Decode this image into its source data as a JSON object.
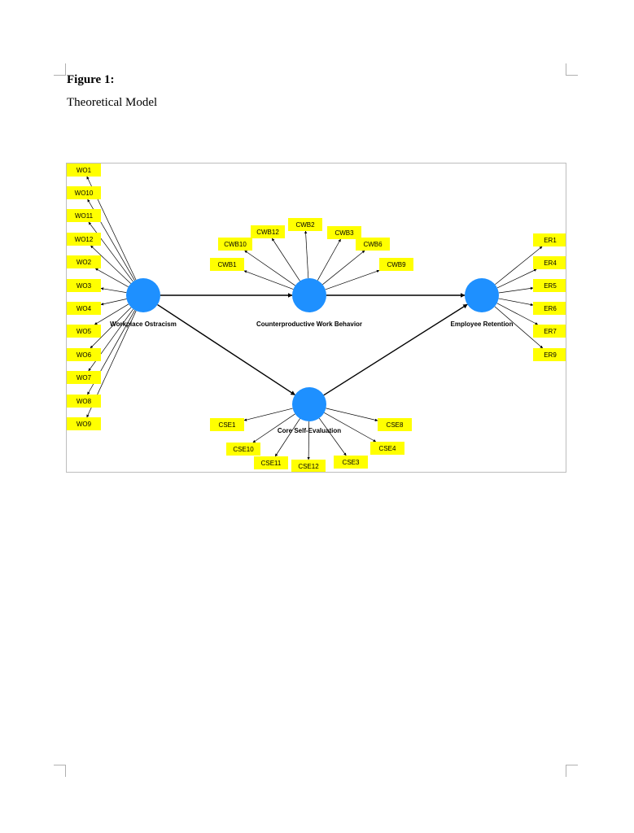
{
  "document": {
    "figure_label": "Figure 1:",
    "caption": "Theoretical Model"
  },
  "colors": {
    "construct": "#1e90ff",
    "indicator_box": "#ffff00",
    "arrow": "#000000"
  },
  "constructs": [
    {
      "id": "wo",
      "label": "Workplace Ostracism"
    },
    {
      "id": "cwb",
      "label": "Counterproductive Work Behavior"
    },
    {
      "id": "er",
      "label": "Employee Retention"
    },
    {
      "id": "cse",
      "label": "Core Self-Evaluation"
    }
  ],
  "paths": [
    {
      "from": "wo",
      "to": "cwb"
    },
    {
      "from": "cwb",
      "to": "er"
    },
    {
      "from": "wo",
      "to": "cse"
    },
    {
      "from": "cse",
      "to": "er"
    }
  ],
  "indicators": {
    "wo": [
      "WO1",
      "WO10",
      "WO11",
      "WO12",
      "WO2",
      "WO3",
      "WO4",
      "WO5",
      "WO6",
      "WO7",
      "WO8",
      "WO9"
    ],
    "cwb": [
      "CWB1",
      "CWB10",
      "CWB12",
      "CWB2",
      "CWB3",
      "CWB6",
      "CWB9"
    ],
    "er": [
      "ER1",
      "ER4",
      "ER5",
      "ER6",
      "ER7",
      "ER9"
    ],
    "cse": [
      "CSE1",
      "CSE10",
      "CSE11",
      "CSE12",
      "CSE3",
      "CSE4",
      "CSE8"
    ]
  }
}
